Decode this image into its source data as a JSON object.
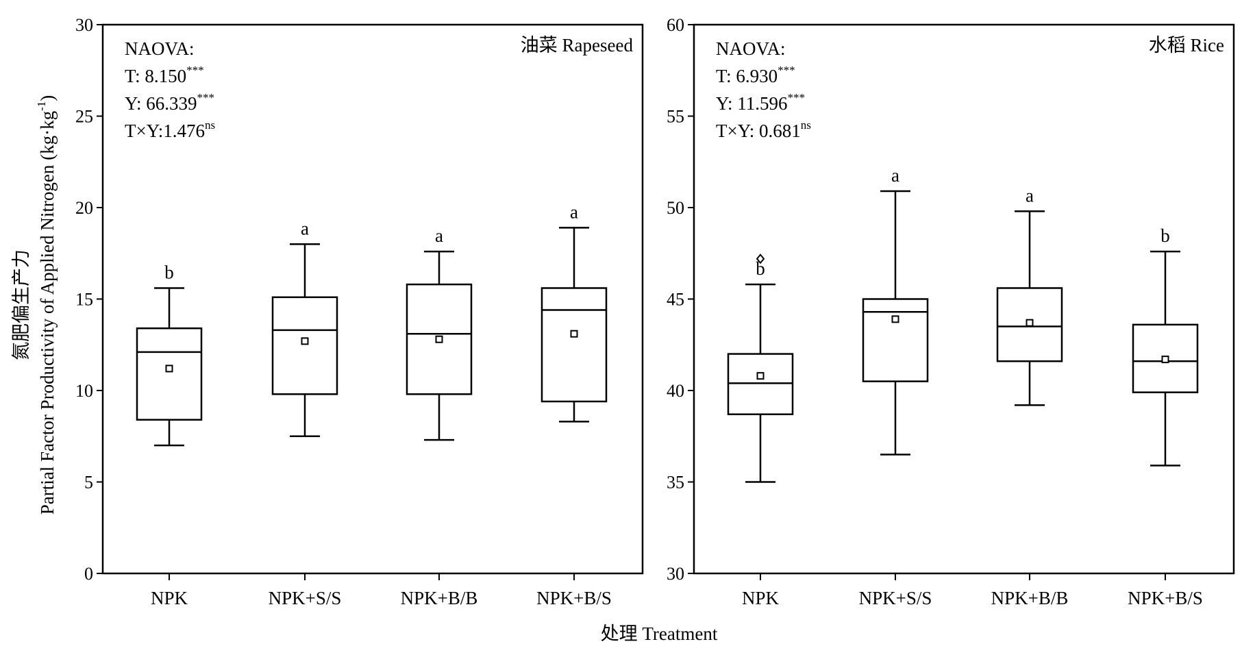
{
  "figure": {
    "x_axis_title": "处理 Treatment",
    "y_axis_title_line1": "氮肥偏生产力",
    "y_axis_title_line2_main": "Partial Factor Productivity of Applied Nitrogen (kg·kg",
    "y_axis_title_line2_sup": "-1",
    "y_axis_title_line2_end": ")"
  },
  "chart_data": [
    {
      "type": "box",
      "panel_label": "油菜 Rapeseed",
      "ylim": [
        0,
        30
      ],
      "yticks": [
        0,
        5,
        10,
        15,
        20,
        25,
        30
      ],
      "categories": [
        "NPK",
        "NPK+S/S",
        "NPK+B/B",
        "NPK+B/S"
      ],
      "stats": [
        {
          "prefix": "NAOVA:",
          "sup": ""
        },
        {
          "prefix": "T: 8.150",
          "sup": "***"
        },
        {
          "prefix": "Y: 66.339",
          "sup": "***"
        },
        {
          "prefix": "T×Y:1.476",
          "sup": "ns"
        }
      ],
      "boxes": [
        {
          "min": 7.0,
          "q1": 8.4,
          "median": 12.1,
          "q3": 13.4,
          "max": 15.6,
          "mean": 11.2,
          "sig": "b",
          "outliers": []
        },
        {
          "min": 7.5,
          "q1": 9.8,
          "median": 13.3,
          "q3": 15.1,
          "max": 18.0,
          "mean": 12.7,
          "sig": "a",
          "outliers": []
        },
        {
          "min": 7.3,
          "q1": 9.8,
          "median": 13.1,
          "q3": 15.8,
          "max": 17.6,
          "mean": 12.8,
          "sig": "a",
          "outliers": []
        },
        {
          "min": 8.3,
          "q1": 9.4,
          "median": 14.4,
          "q3": 15.6,
          "max": 18.9,
          "mean": 13.1,
          "sig": "a",
          "outliers": []
        }
      ]
    },
    {
      "type": "box",
      "panel_label": "水稻 Rice",
      "ylim": [
        30,
        60
      ],
      "yticks": [
        30,
        35,
        40,
        45,
        50,
        55,
        60
      ],
      "categories": [
        "NPK",
        "NPK+S/S",
        "NPK+B/B",
        "NPK+B/S"
      ],
      "stats": [
        {
          "prefix": "NAOVA:",
          "sup": ""
        },
        {
          "prefix": "T: 6.930",
          "sup": "***"
        },
        {
          "prefix": "Y: 11.596",
          "sup": "***"
        },
        {
          "prefix": "T×Y: 0.681",
          "sup": "ns"
        }
      ],
      "boxes": [
        {
          "min": 35.0,
          "q1": 38.7,
          "median": 40.4,
          "q3": 42.0,
          "max": 45.8,
          "mean": 40.8,
          "sig": "b",
          "outliers": [
            47.2
          ]
        },
        {
          "min": 36.5,
          "q1": 40.5,
          "median": 44.3,
          "q3": 45.0,
          "max": 50.9,
          "mean": 43.9,
          "sig": "a",
          "outliers": []
        },
        {
          "min": 39.2,
          "q1": 41.6,
          "median": 43.5,
          "q3": 45.6,
          "max": 49.8,
          "mean": 43.7,
          "sig": "a",
          "outliers": []
        },
        {
          "min": 35.9,
          "q1": 39.9,
          "median": 41.6,
          "q3": 43.6,
          "max": 47.6,
          "mean": 41.7,
          "sig": "b",
          "outliers": []
        }
      ]
    }
  ]
}
